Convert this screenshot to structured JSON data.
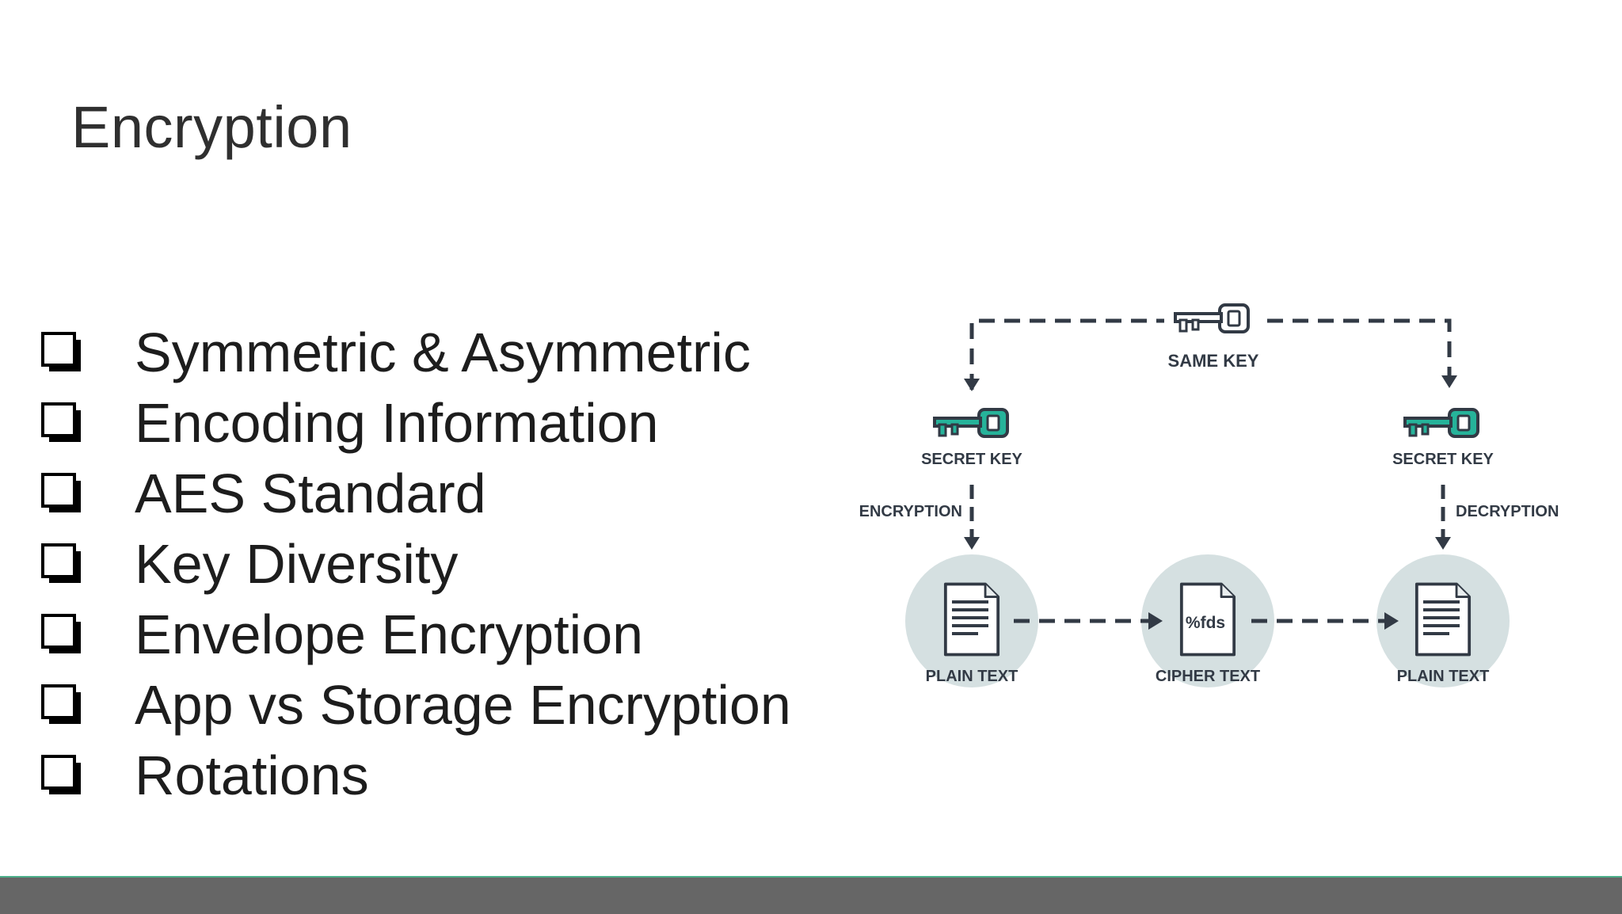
{
  "slide": {
    "title": "Encryption",
    "bullets": [
      "Symmetric & Asymmetric",
      "Encoding Information",
      "AES Standard",
      "Key Diversity",
      "Envelope Encryption",
      "App vs Storage Encryption",
      "Rotations"
    ]
  },
  "diagram": {
    "same_key_label": "SAME KEY",
    "secret_key_left_label": "SECRET KEY",
    "secret_key_right_label": "SECRET KEY",
    "encryption_label": "ENCRYPTION",
    "decryption_label": "DECRYPTION",
    "plain_text_left_label": "PLAIN TEXT",
    "cipher_text_label": "CIPHER TEXT",
    "plain_text_right_label": "PLAIN TEXT",
    "cipher_doc_text": "%fds",
    "icons": {
      "same_key": "key-icon",
      "secret_key": "key-icon",
      "document": "document-icon"
    },
    "colors": {
      "key_accent": "#26b39a",
      "line": "#323a45",
      "circle": "#d5e0e1"
    }
  }
}
